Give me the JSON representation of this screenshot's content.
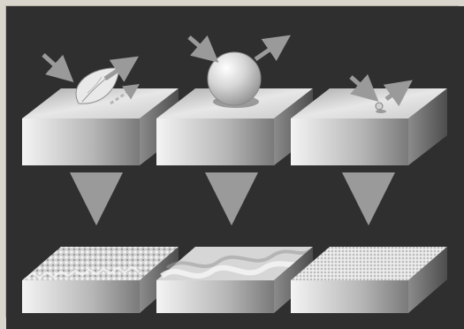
{
  "figure": {
    "columns": [
      {
        "id": "leaf",
        "object": "leaf-icon",
        "texture": "bumpy-microstructure"
      },
      {
        "id": "sphere",
        "object": "sphere-icon",
        "texture": "wavy-surface"
      },
      {
        "id": "dot",
        "object": "small-particle-icon",
        "texture": "fine-grain"
      }
    ],
    "rows": [
      "object-on-slab",
      "resulting-texture"
    ],
    "colors": {
      "background": "#2f2f2f",
      "arrow": "#8a8a8a",
      "slab_light": "#f2f2f2",
      "slab_dark": "#6a6a6a"
    }
  }
}
